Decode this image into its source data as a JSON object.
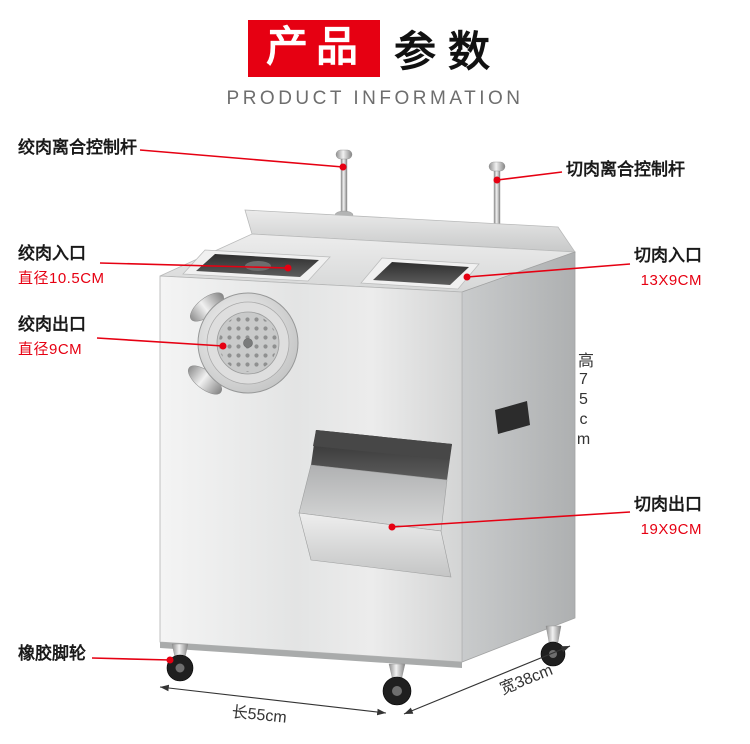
{
  "title": {
    "highlight": "产品",
    "rest": "参数",
    "subtitle": "PRODUCT INFORMATION"
  },
  "colors": {
    "accent": "#e60012",
    "label_text": "#1a1a1a",
    "dimension_text": "#333333",
    "subtitle_gray": "#6e6e6e"
  },
  "labels": {
    "grind_lever": "绞肉离合控制杆",
    "cut_lever": "切肉离合控制杆",
    "grind_inlet": {
      "name": "绞肉入口",
      "value": "直径10.5CM"
    },
    "cut_inlet": {
      "name": "切肉入口",
      "value": "13X9CM"
    },
    "grind_outlet": {
      "name": "绞肉出口",
      "value": "直径9CM"
    },
    "cut_outlet": {
      "name": "切肉出口",
      "value": "19X9CM"
    },
    "caster": "橡胶脚轮"
  },
  "dimensions": {
    "height": "高75cm",
    "length": "长55cm",
    "width": "宽38cm"
  }
}
